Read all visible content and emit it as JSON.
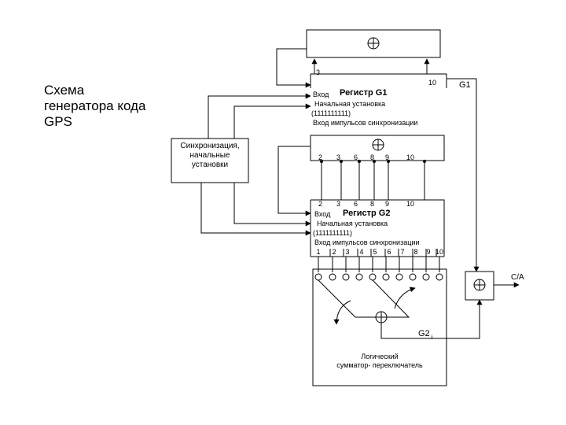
{
  "title": {
    "line1": "Схема",
    "line2": "генератора кода",
    "line3": "GPS"
  },
  "sync_box": {
    "line1": "Синхронизация,",
    "line2": "начальные",
    "line3": "установки"
  },
  "top_adder": {
    "tap": "3",
    "tap2": "10"
  },
  "g1": {
    "name": "Регистр G1",
    "input": "Вход",
    "init": "Начальная установка",
    "init_value": "(1111111111)",
    "clock": "Вход импульсов синхронизации",
    "output_label": "G1",
    "tap_10": "10"
  },
  "g2_adder": {
    "taps": [
      "2",
      "3",
      "6",
      "8",
      "9",
      "10"
    ]
  },
  "g2": {
    "taps": [
      "2",
      "3",
      "6",
      "8",
      "9",
      "10"
    ],
    "name": "Регистр G2",
    "input": "Вход",
    "init": "Начальная установка",
    "init_value": "(1111111111)",
    "clock": "Вход импульсов синхронизации",
    "cells": [
      "1",
      "2",
      "3",
      "4",
      "5",
      "6",
      "7",
      "8",
      "9",
      "10"
    ]
  },
  "selector": {
    "line1": "Логический",
    "line2": "сумматор- переключатель",
    "out_label": "G2",
    "out_suffix": "i"
  },
  "output": {
    "label": "C/A"
  },
  "symbols": {
    "xor": "⊕"
  }
}
